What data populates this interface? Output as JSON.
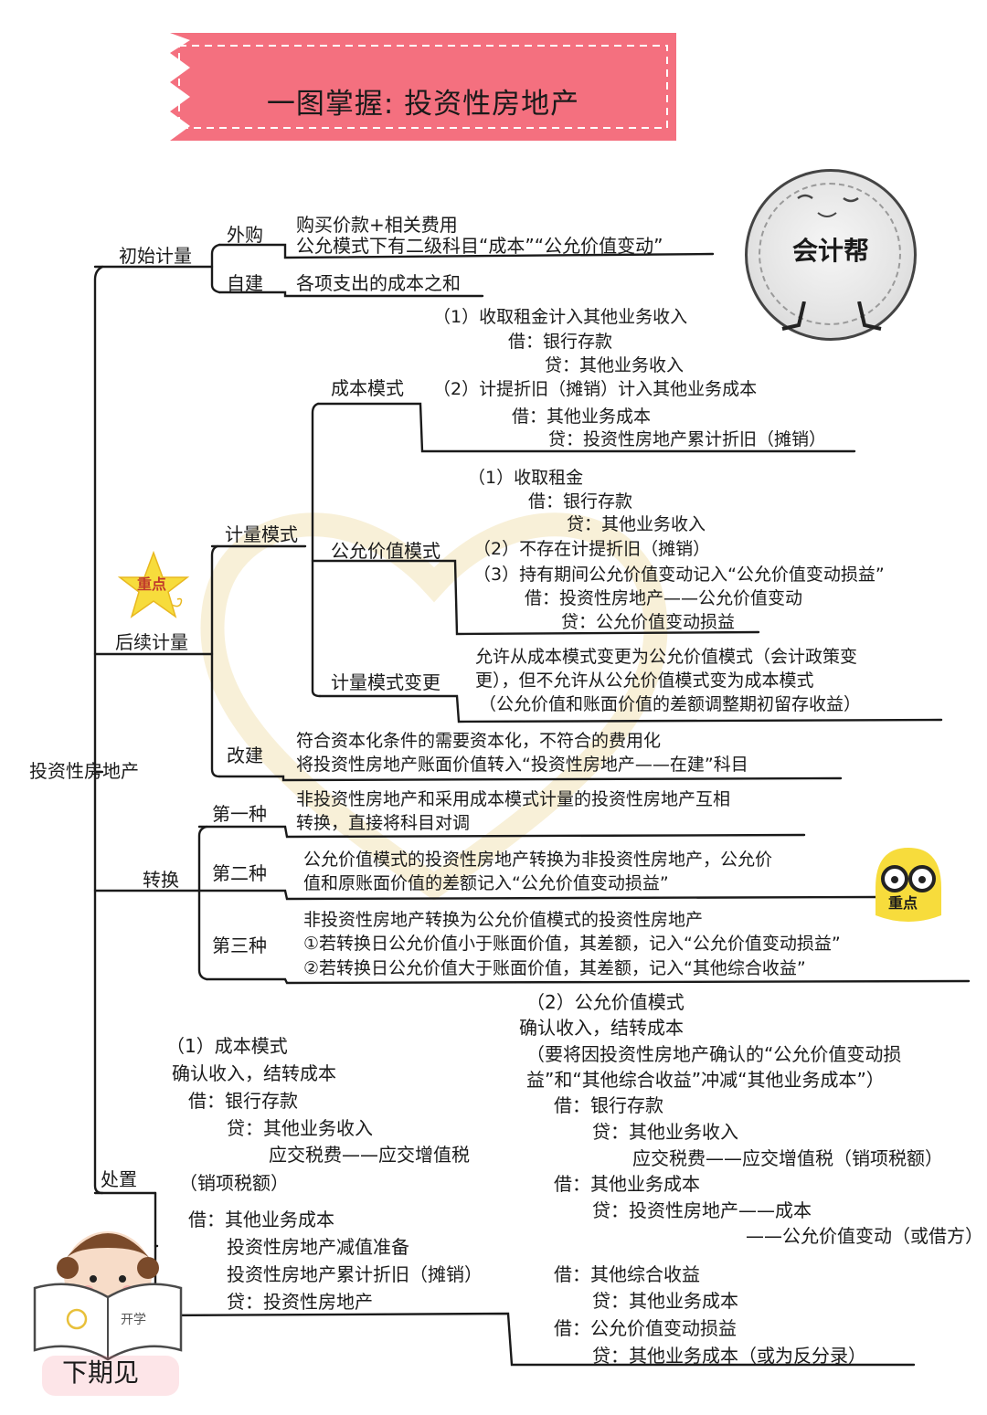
{
  "title": "一图掌握: 投资性房地产",
  "brand": "会计帮",
  "root": "投资性房地产",
  "initial": {
    "label": "初始计量",
    "purchase": {
      "label": "外购",
      "lines": [
        "购买价款+相关费用",
        "公允模式下有二级科目“成本”“公允价值变动”"
      ]
    },
    "selfbuild": {
      "label": "自建",
      "text": "各项支出的成本之和"
    }
  },
  "subsequent": {
    "label": "后续计量",
    "mode": {
      "label": "计量模式",
      "cost": {
        "label": "成本模式",
        "lines": [
          "（1）收取租金计入其他业务收入",
          "借：银行存款",
          "贷：其他业务收入",
          "（2）计提折旧（摊销）计入其他业务成本",
          "借：其他业务成本",
          "贷：投资性房地产累计折旧（摊销）"
        ]
      },
      "fair": {
        "label": "公允价值模式",
        "lines": [
          "（1）收取租金",
          "借：银行存款",
          "贷：其他业务收入",
          "（2）不存在计提折旧（摊销）",
          "（3）持有期间公允价值变动记入“公允价值变动损益”",
          "借：投资性房地产——公允价值变动",
          "贷：公允价值变动损益"
        ]
      },
      "change": {
        "label": "计量模式变更",
        "lines": [
          "允许从成本模式变更为公允价值模式（会计政策变",
          "更），但不允许从公允价值模式变为成本模式",
          "（公允价值和账面价值的差额调整期初留存收益）"
        ]
      }
    },
    "rebuild": {
      "label": "改建",
      "lines": [
        "符合资本化条件的需要资本化，不符合的费用化",
        "将投资性房地产账面价值转入“投资性房地产——在建”科目"
      ]
    }
  },
  "conversion": {
    "label": "转换",
    "first": {
      "label": "第一种",
      "lines": [
        "非投资性房地产和采用成本模式计量的投资性房地产互相",
        "转换，直接将科目对调"
      ]
    },
    "second": {
      "label": "第二种",
      "lines": [
        "公允价值模式的投资性房地产转换为非投资性房地产，公允价",
        "值和原账面价值的差额记入“公允价值变动损益”"
      ]
    },
    "third": {
      "label": "第三种",
      "lines": [
        "非投资性房地产转换为公允价值模式的投资性房地产",
        "①若转换日公允价值小于账面价值，其差额，记入“公允价值变动损益”",
        "②若转换日公允价值大于账面价值，其差额，记入“其他综合收益”"
      ]
    }
  },
  "disposal": {
    "label": "处置",
    "cost_lines": [
      "（1）成本模式",
      "确认收入，结转成本",
      "借：银行存款",
      "贷：其他业务收入",
      "应交税费——应交增值税",
      "（销项税额）",
      "借：其他业务成本",
      "投资性房地产减值准备",
      "投资性房地产累计折旧（摊销）",
      "贷：投资性房地产"
    ],
    "fair_lines": [
      "（2）公允价值模式",
      "确认收入，结转成本",
      "（要将因投资性房地产确认的“公允价值变动损",
      "益”和“其他综合收益”冲减“其他业务成本”）",
      "借：银行存款",
      "贷：其他业务收入",
      "应交税费——应交增值税（销项税额）",
      "借：其他业务成本",
      "贷：投资性房地产——成本",
      "——公允价值变动（或借方）",
      "借：其他综合收益",
      "贷：其他业务成本",
      "借：公允价值变动损益",
      "贷：其他业务成本（或为反分录）"
    ]
  },
  "badges": {
    "star": "重点",
    "glasses": "重点"
  },
  "footer": {
    "next": "下期见",
    "open": "开学"
  },
  "colors": {
    "banner": "#f4707f",
    "line": "#1a1a1a",
    "star": "#f7dc3c",
    "watermark": "#f3e4b8"
  }
}
